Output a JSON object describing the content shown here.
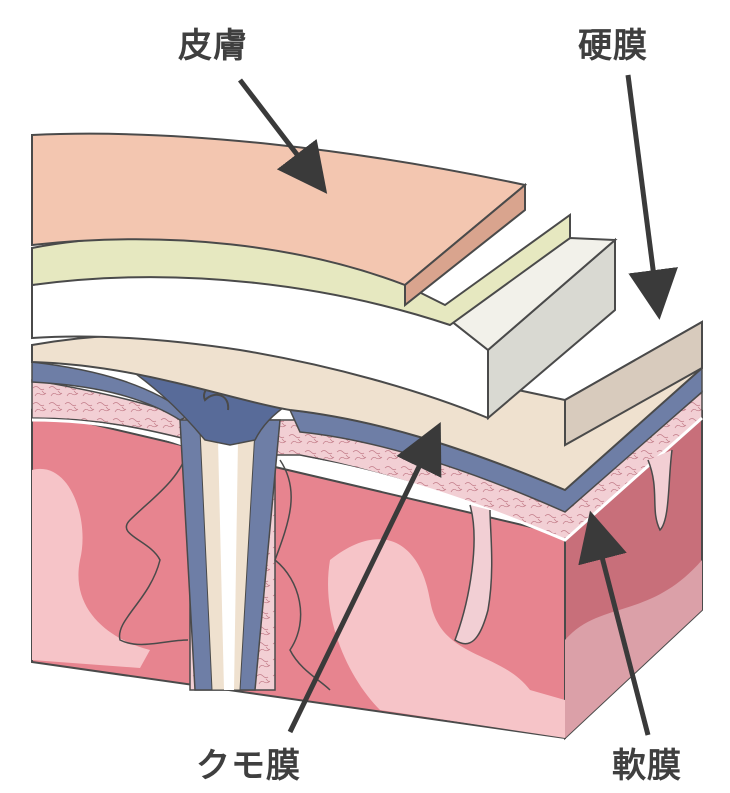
{
  "labels": {
    "skin": "皮膚",
    "dura": "硬膜",
    "arachnoid": "クモ膜",
    "pia": "軟膜"
  },
  "colors": {
    "skin": "#f3c6b0",
    "fat": "#e6e8c0",
    "bone": "#ffffff",
    "dura": "#efe1cf",
    "arachnoid": "#6e7ea6",
    "subarachnoid": "#f2cfd4",
    "cortex": "#e0808c",
    "white_matter": "#f4c2c6",
    "outline": "#4a4a4a",
    "arrow": "#3a3a3a"
  }
}
